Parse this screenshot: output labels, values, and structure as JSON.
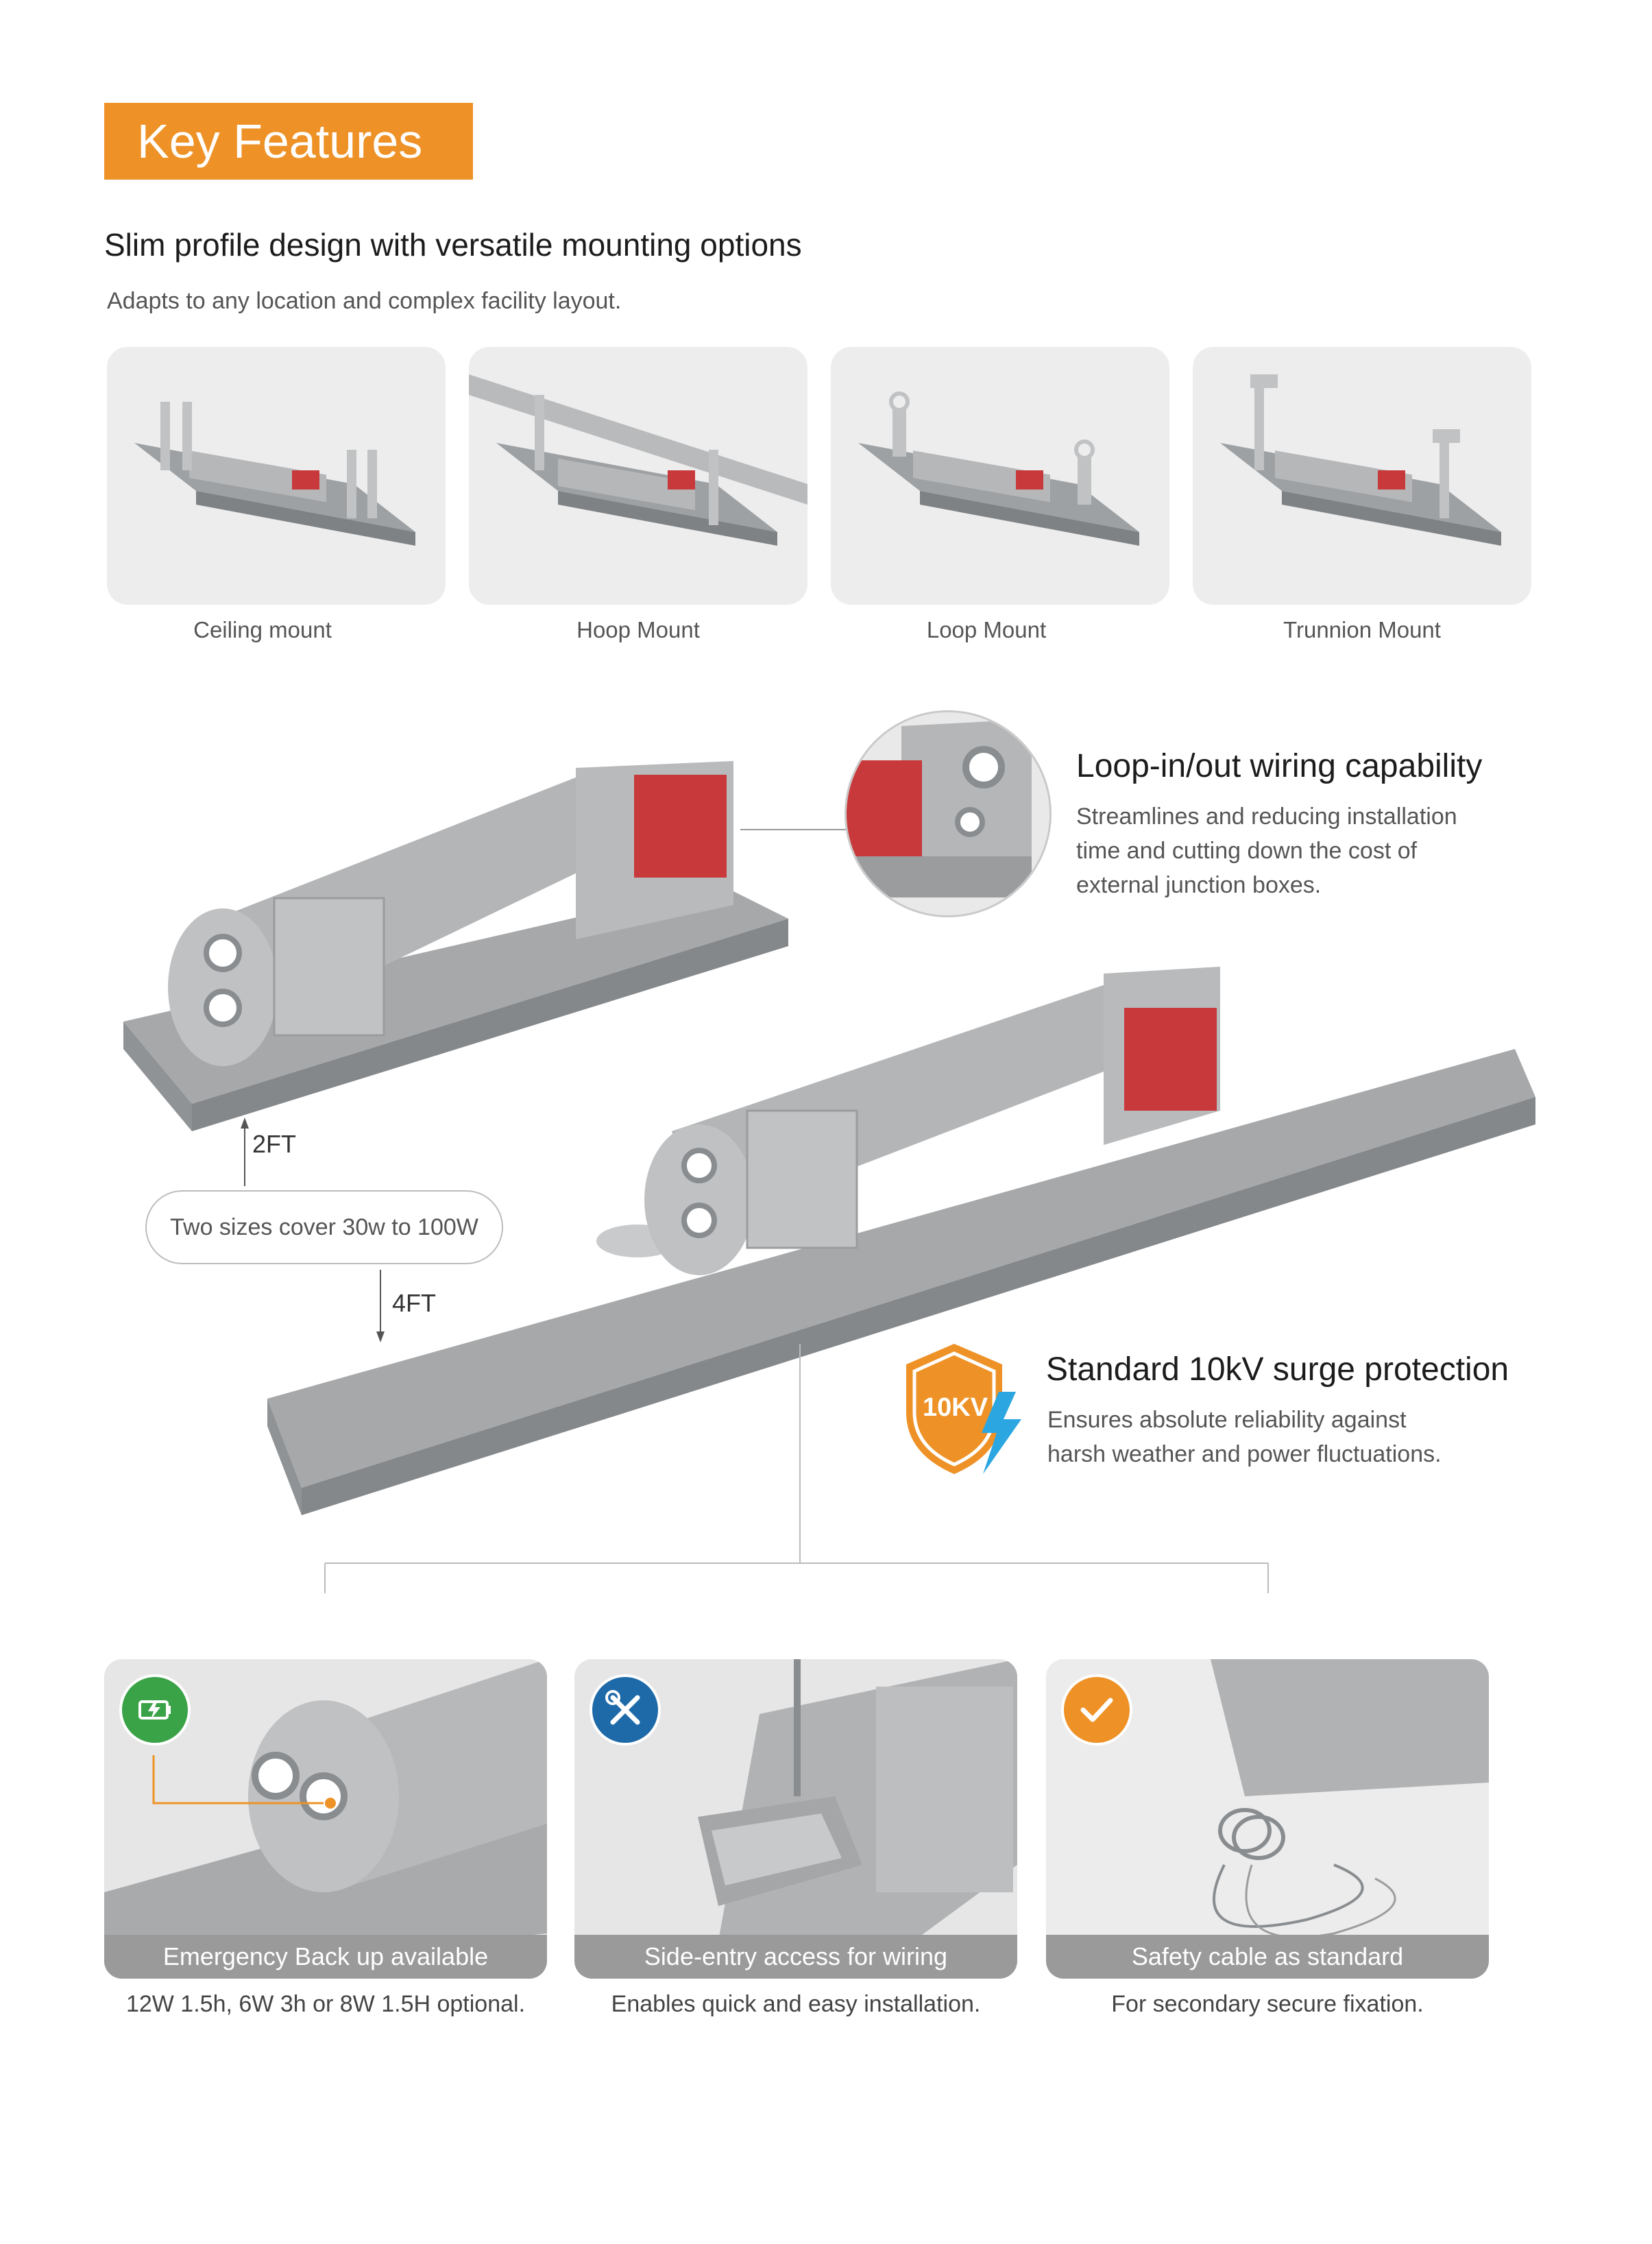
{
  "header": {
    "badge": "Key Features"
  },
  "mounting": {
    "title": "Slim profile design with versatile mounting options",
    "subtitle": "Adapts to any location and complex facility layout.",
    "cards": [
      {
        "label": "Ceiling mount"
      },
      {
        "label": "Hoop Mount"
      },
      {
        "label": "Loop Mount"
      },
      {
        "label": "Trunnion Mount"
      }
    ]
  },
  "wiring": {
    "title": "Loop-in/out wiring capability",
    "body_lines": [
      "Streamlines and reducing installation",
      "time and cutting down the cost of",
      "external junction boxes."
    ]
  },
  "sizes": {
    "short": "2FT",
    "long": "4FT",
    "pill": "Two sizes cover 30w to 100W"
  },
  "surge": {
    "title": "Standard 10kV surge protection",
    "badge_text": "10KV",
    "body_lines": [
      "Ensures absolute reliability against",
      "harsh weather and power fluctuations."
    ]
  },
  "bottom": [
    {
      "bar": "Emergency Back up available",
      "caption": "12W 1.5h, 6W 3h or 8W 1.5H optional.",
      "icon": "battery-icon",
      "color": "#3aa348"
    },
    {
      "bar": "Side-entry access for wiring",
      "caption": "Enables quick and easy installation.",
      "icon": "tools-icon",
      "color": "#1e6aa8"
    },
    {
      "bar": "Safety cable as standard",
      "caption": "For secondary secure fixation.",
      "icon": "check-icon",
      "color": "#ee9227"
    }
  ],
  "colors": {
    "accent": "#ee9227",
    "red_panel": "#c8393b",
    "body_gray": "#a9abad"
  }
}
